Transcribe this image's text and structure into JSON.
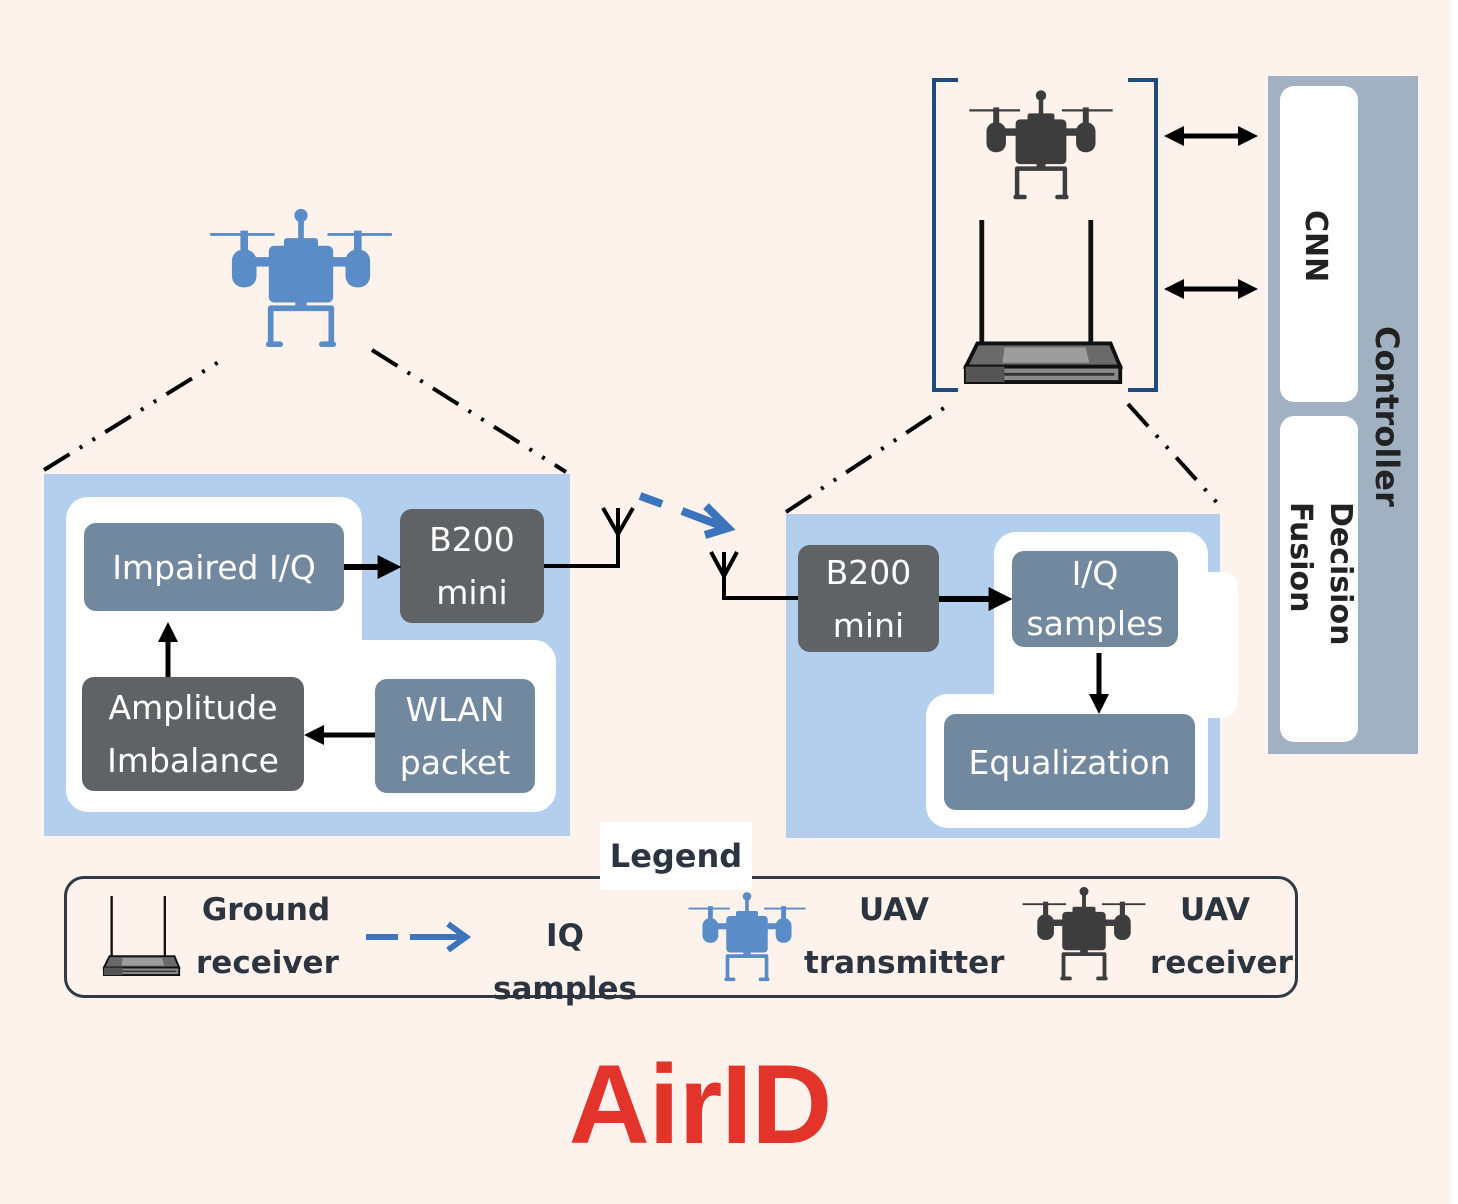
{
  "title": "AirID",
  "colors": {
    "background": "#fdf3ec",
    "panel_blue": "#b4cfee",
    "slate_box": "#71889e",
    "dark_box": "#5f6366",
    "uav_transmitter": "#5a8cc8",
    "uav_receiver": "#3d3d3d",
    "iq_arrow": "#3b74bd",
    "bracket": "#1f4a7f",
    "controller": "#a2b1c1",
    "title_red": "#e2342a"
  },
  "transmitter": {
    "icon": "uav-transmitter-icon",
    "blocks": {
      "impaired_iq": "Impaired I/Q",
      "b200_mini": "B200\nmini",
      "amplitude_imbalance": "Amplitude\nImbalance",
      "wlan_packet": "WLAN\npacket"
    }
  },
  "link": {
    "icon": "iq-samples-dashed-arrow"
  },
  "receiver": {
    "icons": [
      "uav-receiver-icon",
      "ground-receiver-icon"
    ],
    "blocks": {
      "b200_mini": "B200\nmini",
      "iq_samples": "I/Q\nsamples",
      "equalization": "Equalization"
    }
  },
  "controller": {
    "label": "Controller",
    "cnn": "CNN",
    "decision_fusion": "Decision\nFusion"
  },
  "legend": {
    "title": "Legend",
    "items": [
      {
        "icon": "ground-receiver-icon",
        "label": "Ground\nreceiver"
      },
      {
        "icon": "dashed-arrow-icon",
        "label": "IQ samples"
      },
      {
        "icon": "uav-transmitter-icon",
        "label": "UAV\ntransmitter"
      },
      {
        "icon": "uav-receiver-icon",
        "label": "UAV\nreceiver"
      }
    ]
  }
}
